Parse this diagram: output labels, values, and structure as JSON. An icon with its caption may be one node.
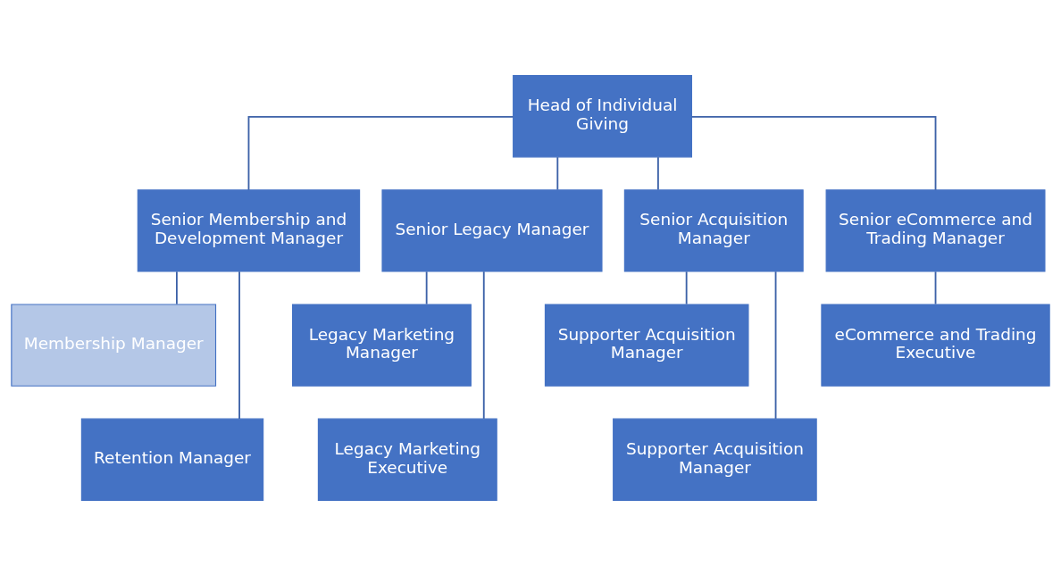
{
  "diagram": {
    "nodes": [
      {
        "text": [
          "Head of Individual Giving"
        ]
      },
      {
        "text": [
          "Senior Membership and Development Manager"
        ]
      },
      {
        "text": [
          "Senior Legacy Manager"
        ]
      },
      {
        "text": [
          "Senior Acquisition Manager"
        ]
      },
      {
        "text": [
          "Senior eCommerce and Trading Manager"
        ]
      },
      {
        "text": [
          "Membership Manager"
        ]
      },
      {
        "text": [
          "Retention Manager"
        ]
      },
      {
        "text": [
          "Legacy Marketing Manager"
        ]
      },
      {
        "text": [
          "Legacy Marketing Executive"
        ]
      },
      {
        "text": [
          "Supporter Acquisition Manager"
        ]
      },
      {
        "text": [
          "Supporter Acquisition Manager"
        ]
      },
      {
        "text": [
          "eCommerce and Trading Executive"
        ]
      }
    ],
    "edges": [
      {
        "from": 0,
        "to": 1,
        "arrow": "none"
      },
      {
        "from": 0,
        "to": 2,
        "arrow": "none"
      },
      {
        "from": 0,
        "to": 3,
        "arrow": "none"
      },
      {
        "from": 0,
        "to": 4,
        "arrow": "none"
      },
      {
        "from": 1,
        "to": 5,
        "arrow": "none"
      },
      {
        "from": 1,
        "to": 6,
        "arrow": "none"
      },
      {
        "from": 2,
        "to": 7,
        "arrow": "none"
      },
      {
        "from": 2,
        "to": 8,
        "arrow": "none"
      },
      {
        "from": 3,
        "to": 9,
        "arrow": "none"
      },
      {
        "from": 3,
        "to": 10,
        "arrow": "none"
      },
      {
        "from": 4,
        "to": 11,
        "arrow": "none"
      }
    ]
  }
}
